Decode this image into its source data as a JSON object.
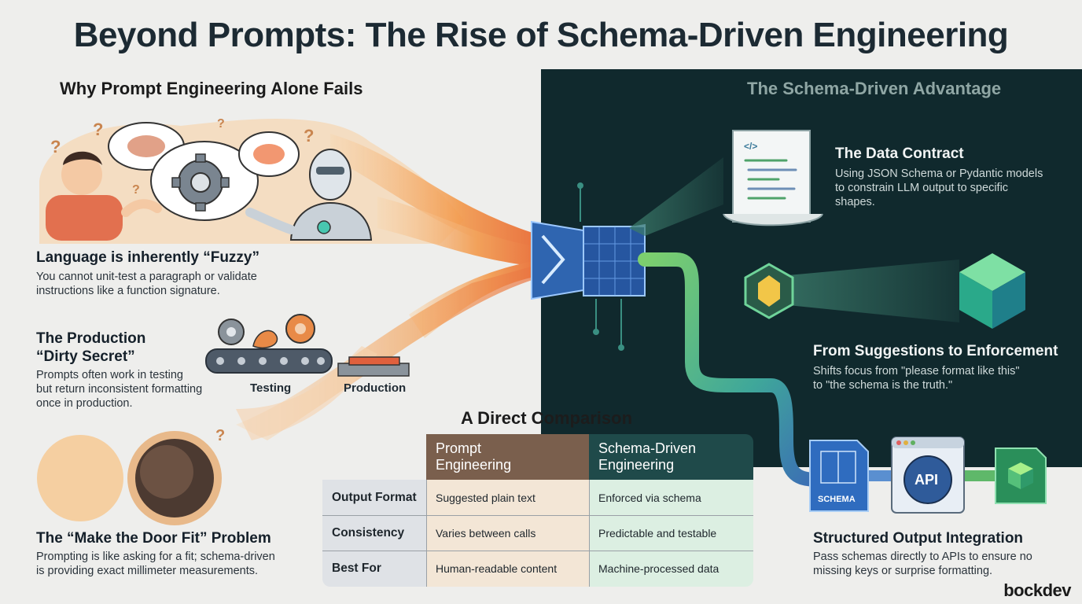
{
  "title": "Beyond Prompts: The Rise of Schema-Driven Engineering",
  "left": {
    "heading": "Why Prompt Engineering Alone Fails",
    "fuzzy": {
      "title": "Language is inherently “Fuzzy”",
      "body_line1": "You cannot unit-test a paragraph or validate",
      "body_line2": "instructions like a function signature."
    },
    "production": {
      "title_line1": "The Production",
      "title_line2": "“Dirty Secret”",
      "body_line1": "Prompts often work in testing",
      "body_line2": "but return inconsistent formatting",
      "body_line3": "once in production.",
      "label_testing": "Testing",
      "label_production": "Production"
    },
    "door": {
      "title": "The “Make the Door Fit” Problem",
      "body_line1": "Prompting is like asking for a fit; schema-driven",
      "body_line2": "is providing exact millimeter measurements."
    }
  },
  "right": {
    "heading": "The Schema-Driven Advantage",
    "contract": {
      "title": "The Data Contract",
      "body_line1": "Using JSON Schema or Pydantic models",
      "body_line2": "to constrain LLM output to specific",
      "body_line3": "shapes."
    },
    "enforcement": {
      "title": "From Suggestions to Enforcement",
      "body_line1": "Shifts focus from \"please format like this\"",
      "body_line2": "to \"the schema is the truth.\""
    },
    "integration": {
      "title": "Structured Output Integration",
      "body_line1": "Pass schemas directly to APIs to ensure no",
      "body_line2": "missing keys or surprise formatting."
    },
    "schema_label": "SCHEMA",
    "api_label": "API"
  },
  "comparison": {
    "heading": "A Direct Comparison",
    "col1_line1": "Prompt",
    "col1_line2": "Engineering",
    "col2_line1": "Schema-Driven",
    "col2_line2": "Engineering",
    "rows": [
      {
        "label": "Output Format",
        "prompt": "Suggested plain text",
        "schema": "Enforced via schema"
      },
      {
        "label": "Consistency",
        "prompt": "Varies between calls",
        "schema": "Predictable and testable"
      },
      {
        "label": "Best For",
        "prompt": "Human-readable content",
        "schema": "Machine-processed data"
      }
    ]
  },
  "brand": "bockdev",
  "colors": {
    "dark_panel": "#10292d",
    "prompt_col": "#f3e6d6",
    "schema_col": "#dcefe2",
    "flame_orange": "#f08a3c",
    "pipe_green": "#5fb86a",
    "pipe_blue": "#3f6fb0"
  }
}
